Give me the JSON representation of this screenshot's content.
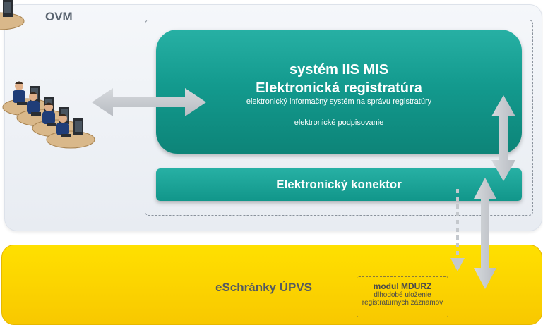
{
  "ovm": {
    "label": "OVM"
  },
  "iis": {
    "title": "systém IIS MIS",
    "subtitle": "Elektronická registratúra",
    "description": "elektronický informačný systém na správu registratúry",
    "feature": "elektronické podpisovanie"
  },
  "connector": {
    "label": "Elektronický konektor"
  },
  "upvs": {
    "label": "eSchránky ÚPVS"
  },
  "mdurz": {
    "title": "modul MDURZ",
    "line1": "dlhodobé uloženie",
    "line2": "registratúrnych záznamov"
  },
  "icons": {
    "users": "users-workstations-icon"
  },
  "colors": {
    "teal": "#139a8e",
    "yellow": "#ffe000",
    "arrow": "#c8ccd1",
    "panel": "#eef1f5"
  }
}
